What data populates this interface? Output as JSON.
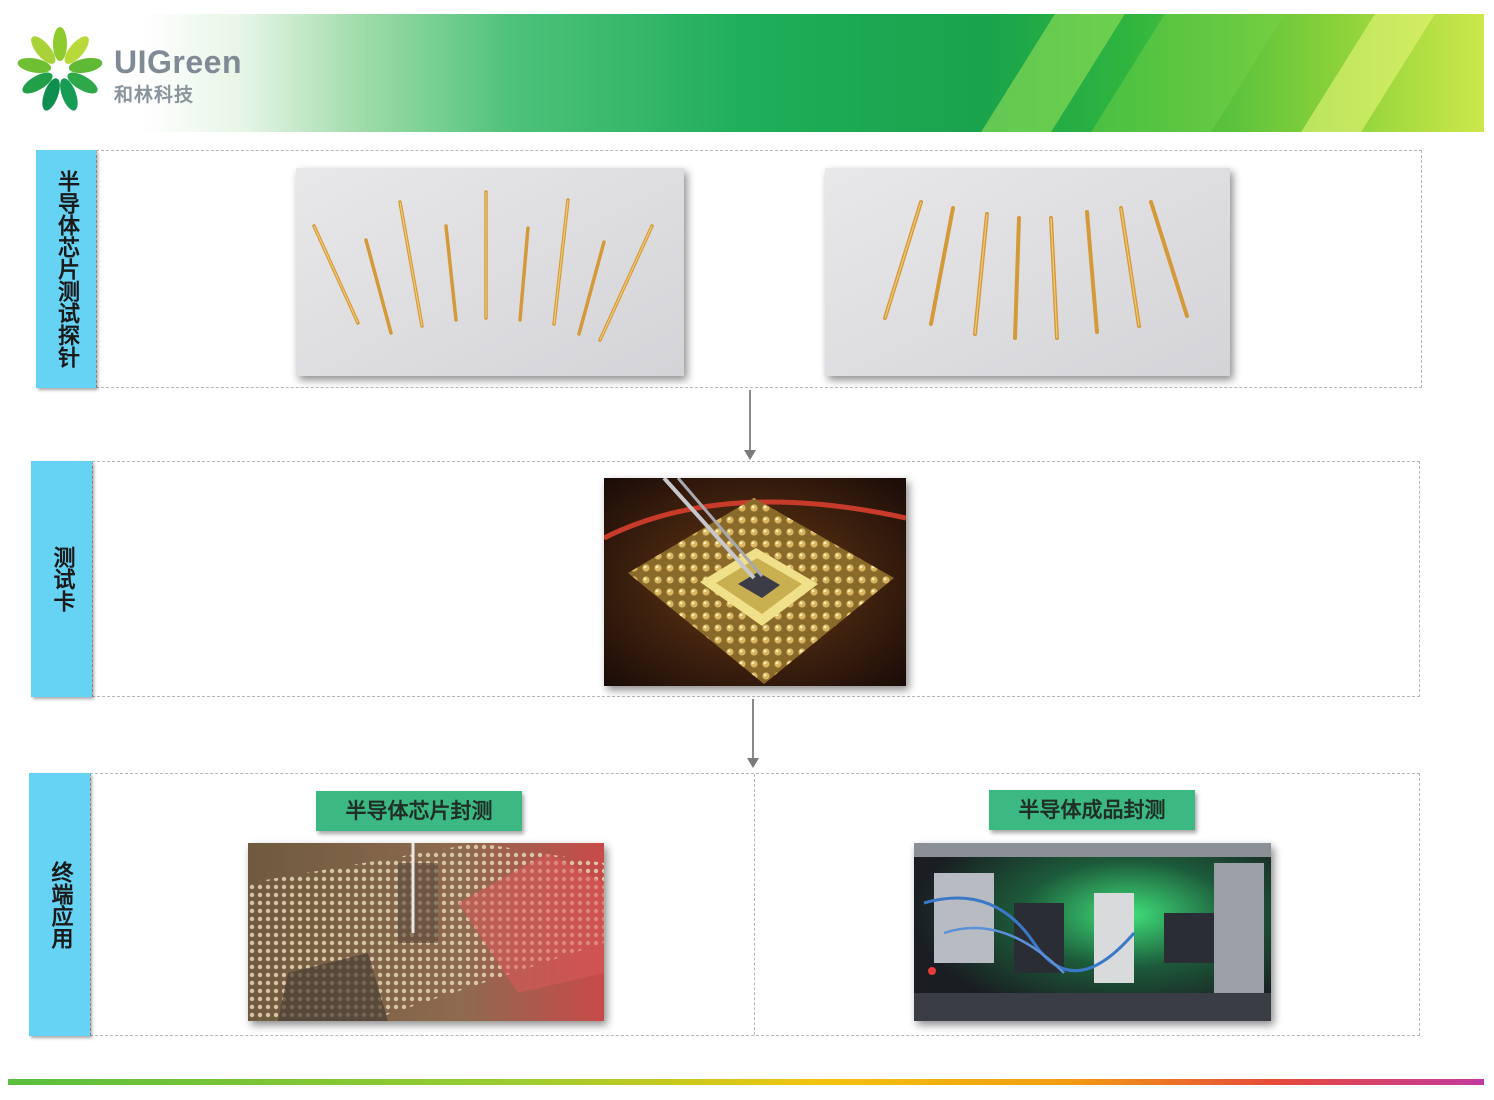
{
  "brand": {
    "name": "UIGreen",
    "subtitle": "和林科技"
  },
  "sections": [
    {
      "label": "半导体芯片测试探针"
    },
    {
      "label": "测试卡"
    },
    {
      "label": "终端应用"
    }
  ],
  "captions": {
    "chip_package_test": "半导体芯片封测",
    "finished_product_test": "半导体成品封测"
  },
  "colors": {
    "tab": "#66d2f4",
    "caption": "#3cb983",
    "header_green": "#1fae5a"
  }
}
